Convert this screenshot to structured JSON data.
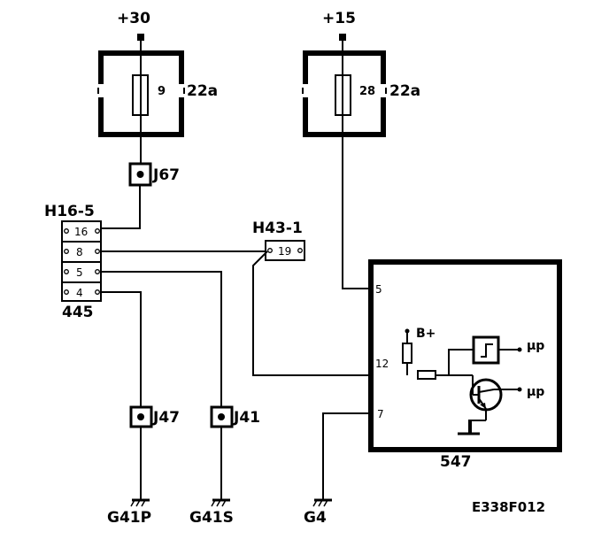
{
  "supplies": {
    "left": "+30",
    "right": "+15"
  },
  "fuses": {
    "left": {
      "number": "9",
      "box": "22a"
    },
    "right": {
      "number": "28",
      "box": "22a"
    }
  },
  "junctions": {
    "j67": "J67",
    "j47": "J47",
    "j41": "J41"
  },
  "connector_h16": {
    "name": "H16-5",
    "part": "445",
    "pins": [
      "16",
      "8",
      "5",
      "4"
    ]
  },
  "connector_h43": {
    "name": "H43-1",
    "pin": "19"
  },
  "module": {
    "id": "547",
    "pins": {
      "p5": "5",
      "p12": "12",
      "p7": "7"
    },
    "bplus": "B+",
    "mu_top": "µp",
    "mu_bottom": "µp"
  },
  "grounds": {
    "g41p": "G41P",
    "g41s": "G41S",
    "g4": "G4"
  },
  "figure_code": "E338F012"
}
